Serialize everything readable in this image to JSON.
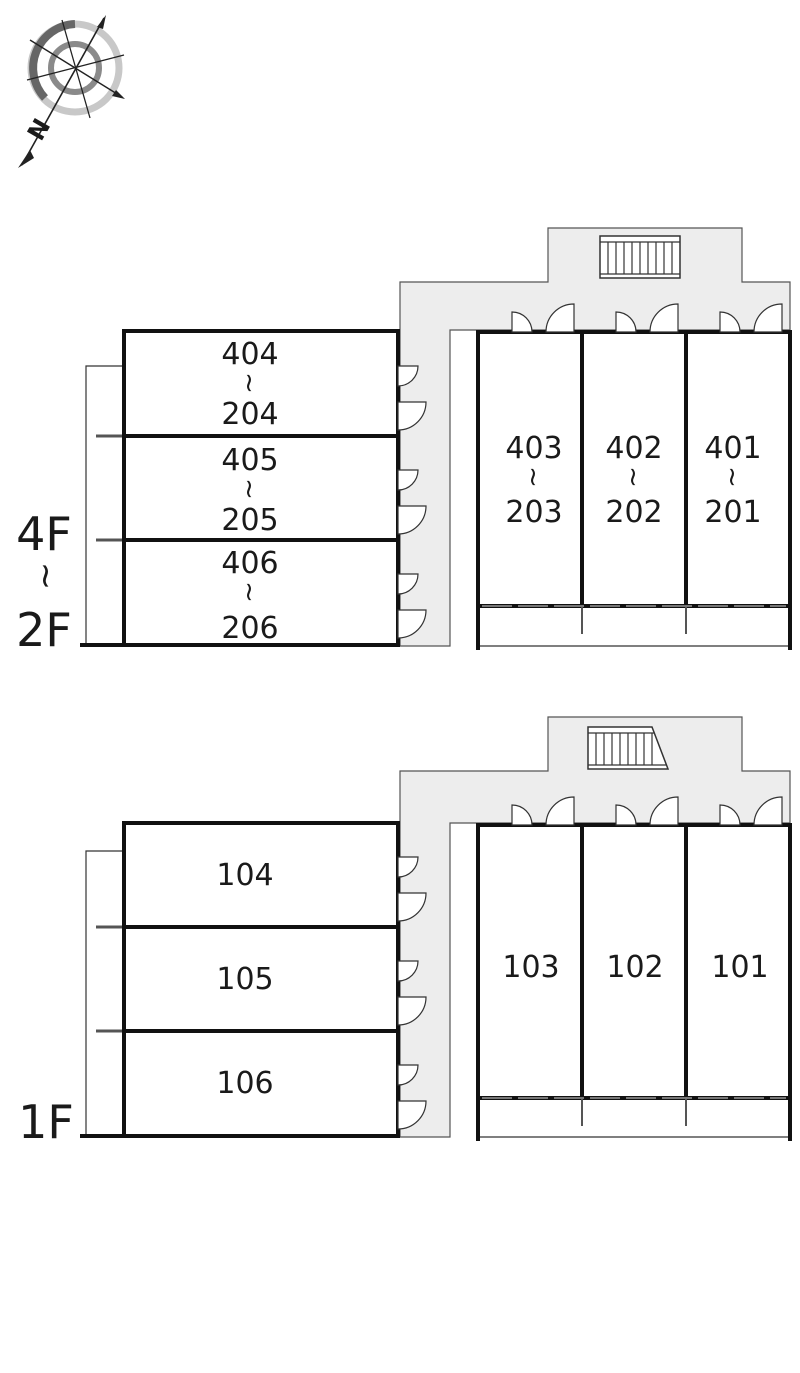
{
  "compass": {
    "north_label": "N"
  },
  "upper_plan": {
    "floor_label_top": "4F",
    "floor_label_sep": "~",
    "floor_label_bottom": "2F",
    "left_units": [
      {
        "top": "404",
        "sep": "~",
        "bottom": "204"
      },
      {
        "top": "405",
        "sep": "~",
        "bottom": "205"
      },
      {
        "top": "406",
        "sep": "~",
        "bottom": "206"
      }
    ],
    "right_units": [
      {
        "top": "403",
        "sep": "~",
        "bottom": "203"
      },
      {
        "top": "402",
        "sep": "~",
        "bottom": "202"
      },
      {
        "top": "401",
        "sep": "~",
        "bottom": "201"
      }
    ]
  },
  "lower_plan": {
    "floor_label": "1F",
    "left_units": [
      "104",
      "105",
      "106"
    ],
    "right_units": [
      "103",
      "102",
      "101"
    ]
  },
  "colors": {
    "corridor": "#ededed",
    "wall": "#111111"
  }
}
